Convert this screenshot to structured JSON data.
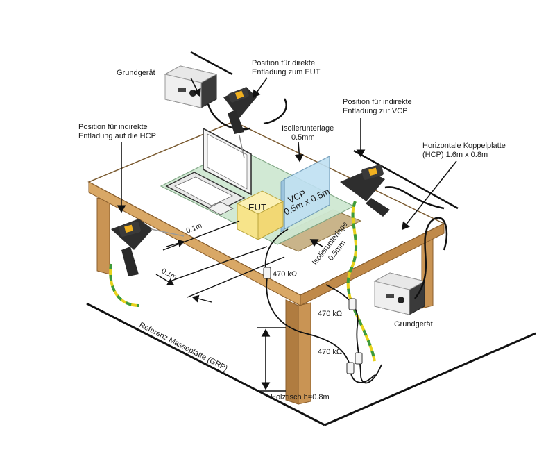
{
  "labels": {
    "grundgeraet_top": "Grundgerät",
    "direct_line1": "Position für direkte",
    "direct_line2": "Entladung zum EUT",
    "indirect_vcp_line1": "Position für indirekte",
    "indirect_vcp_line2": "Entladung zur VCP",
    "indirect_hcp_line1": "Position für indirekte",
    "indirect_hcp_line2": "Entladung auf die HCP",
    "insul_top_line1": "Isolierunterlage",
    "insul_top_line2": "0.5mm",
    "hcp_line1": "Horizontale Koppelplatte",
    "hcp_line2": "(HCP) 1.6m x 0.8m",
    "eut": "EUT",
    "vcp_line1": "VCP",
    "vcp_line2": "0.5m x 0.5m",
    "dist1": "0.1m",
    "dist2": "0.1m",
    "insul_bottom_line1": "Isolierunterlage",
    "insul_bottom_line2": "0.5mm",
    "res1": "470 kΩ",
    "res2": "470 kΩ",
    "res3": "470 kΩ",
    "grundgeraet_right": "Grundgerät",
    "grp": "Referenz Masseplatte (GRP)",
    "table": "Holztisch h=0.8m"
  },
  "colors": {
    "table_top": "#ffffff",
    "table_edge": "#c08a4a",
    "leg": "#c99454",
    "hcp": "#cfe8d2",
    "vcp": "#bfe0f2",
    "eut": "#f7e48a",
    "insulation": "#c9b48a",
    "ground_wire_yellow": "#e8d21c",
    "ground_wire_green": "#3c9a3c",
    "device": "#3a3a3a"
  },
  "icons": {
    "esd_gun": "esd-gun-icon",
    "generator": "generator-box-icon",
    "laptop": "laptop-icon"
  }
}
